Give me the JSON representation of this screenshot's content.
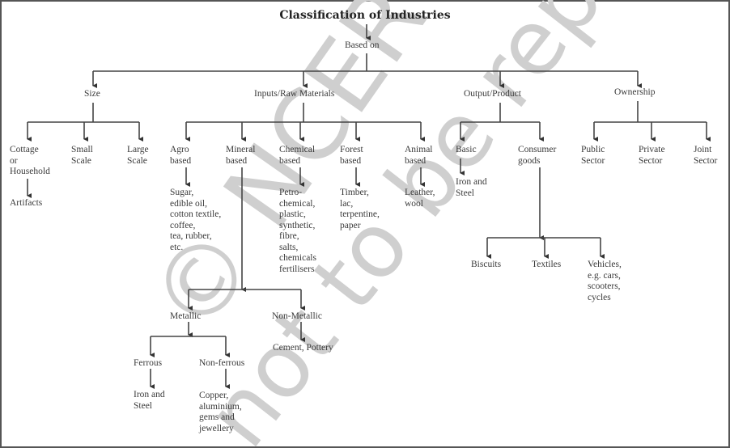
{
  "title": "Classification of Industries",
  "based_on": "Based on",
  "watermark": {
    "line1": "© NCERT",
    "line2": "not to be republished",
    "color": "#cfcfcf"
  },
  "categories": {
    "size": {
      "label": "Size",
      "children": [
        {
          "label": "Cottage\nor\nHousehold",
          "example": "Artifacts"
        },
        {
          "label": "Small\nScale"
        },
        {
          "label": "Large\nScale"
        }
      ]
    },
    "inputs": {
      "label": "Inputs/Raw Materials",
      "children": [
        {
          "label": "Agro\nbased",
          "example": "Sugar,\nedible oil,\ncotton textile,\ncoffee,\ntea, rubber,\netc."
        },
        {
          "label": "Mineral\nbased"
        },
        {
          "label": "Chemical\nbased",
          "example": "Petro-\nchemical,\nplastic,\nsynthetic,\nfibre,\nsalts,\nchemicals\nfertilisers"
        },
        {
          "label": "Forest\nbased",
          "example": "Timber,\nlac,\nterpentine,\npaper"
        },
        {
          "label": "Animal\nbased",
          "example": "Leather,\nwool"
        }
      ],
      "mineral": {
        "metallic": {
          "label": "Metallic",
          "ferrous": {
            "label": "Ferrous",
            "example": "Iron and\nSteel"
          },
          "non_ferrous": {
            "label": "Non-ferrous",
            "example": "Copper,\naluminium,\ngems and\njewellery"
          }
        },
        "non_metallic": {
          "label": "Non-Metallic",
          "example": "Cement, Pottery"
        }
      }
    },
    "output": {
      "label": "Output/Product",
      "children": [
        {
          "label": "Basic",
          "example": "Iron and\nSteel"
        },
        {
          "label": "Consumer\ngoods"
        }
      ],
      "consumer_examples": [
        "Biscuits",
        "Textiles",
        "Vehicles,\ne.g. cars,\nscooters,\ncycles"
      ]
    },
    "ownership": {
      "label": "Ownership",
      "children": [
        {
          "label": "Public\nSector"
        },
        {
          "label": "Private\nSector"
        },
        {
          "label": "Joint\nSector"
        }
      ]
    }
  }
}
